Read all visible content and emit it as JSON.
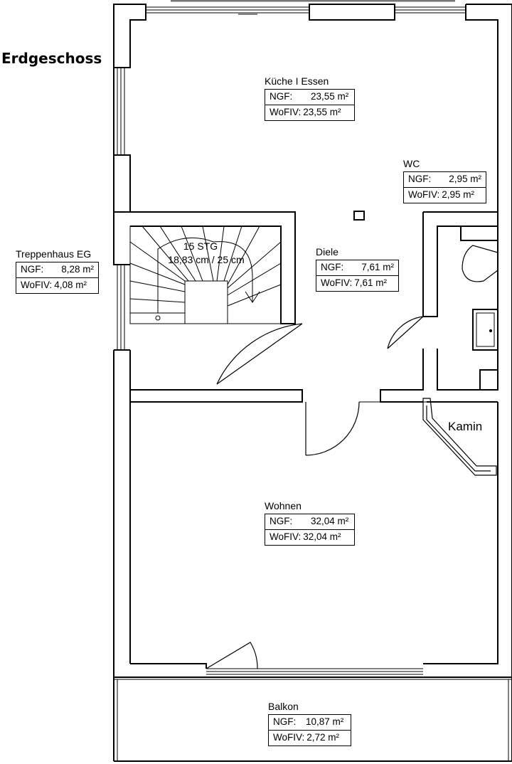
{
  "plan": {
    "title": "Erdgeschoss",
    "rooms": [
      {
        "id": "kueche",
        "name": "Küche I Essen",
        "ngf_label": "NGF:",
        "ngf_value": "23,55 m²",
        "wofiv_label": "WoFIV:",
        "wofiv_value": "23,55 m²"
      },
      {
        "id": "wc",
        "name": "WC",
        "ngf_label": "NGF:",
        "ngf_value": "2,95 m²",
        "wofiv_label": "WoFIV:",
        "wofiv_value": "2,95 m²"
      },
      {
        "id": "treppenhaus",
        "name": "Treppenhaus EG",
        "ngf_label": "NGF:",
        "ngf_value": "8,28 m²",
        "wofiv_label": "WoFIV:",
        "wofiv_value": "4,08 m²"
      },
      {
        "id": "diele",
        "name": "Diele",
        "ngf_label": "NGF:",
        "ngf_value": "7,61 m²",
        "wofiv_label": "WoFIV:",
        "wofiv_value": "7,61 m²"
      },
      {
        "id": "wohnen",
        "name": "Wohnen",
        "ngf_label": "NGF:",
        "ngf_value": "32,04 m²",
        "wofiv_label": "WoFIV:",
        "wofiv_value": "32,04 m²"
      },
      {
        "id": "balkon",
        "name": "Balkon",
        "ngf_label": "NGF:",
        "ngf_value": "10,87 m²",
        "wofiv_label": "WoFIV:",
        "wofiv_value": "2,72 m²"
      }
    ],
    "stair_label_line1": "15 STG",
    "stair_label_line2": "18,83 cm / 25 cm",
    "kamin_label": "Kamin"
  }
}
